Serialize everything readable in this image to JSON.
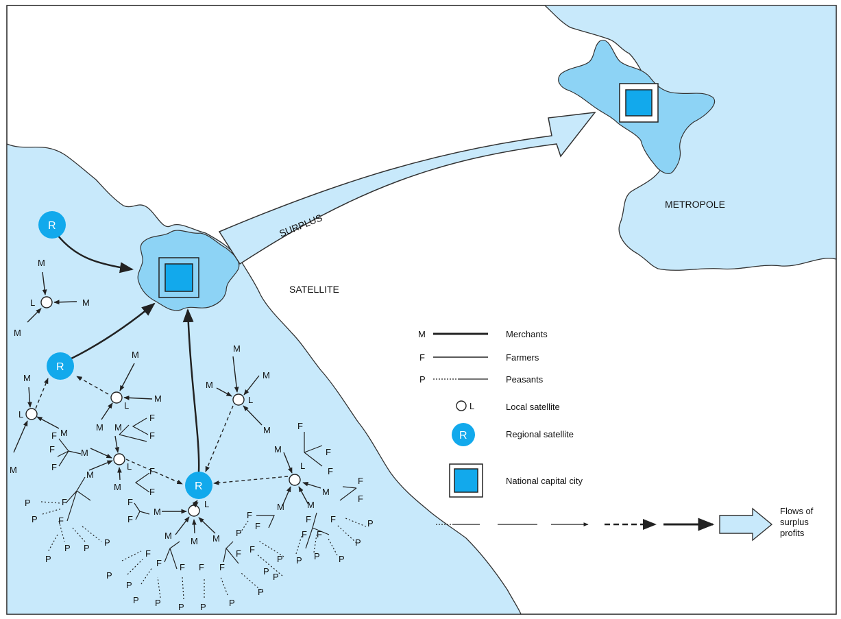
{
  "regions": {
    "satellite_label": "SATELLITE",
    "metropole_label": "METROPOLE",
    "surplus_label": "SURPLUS"
  },
  "node_letters": {
    "merchant": "M",
    "farmer": "F",
    "peasant": "P",
    "local": "L",
    "regional": "R"
  },
  "legend": {
    "merchants": {
      "symbol": "M",
      "label": "Merchants"
    },
    "farmers": {
      "symbol": "F",
      "label": "Farmers"
    },
    "peasants": {
      "symbol": "P",
      "label": "Peasants"
    },
    "local_satellite": {
      "symbol": "L",
      "label": "Local satellite"
    },
    "regional_satellite": {
      "symbol": "R",
      "label": "Regional satellite"
    },
    "national_capital": {
      "label": "National capital city"
    },
    "flows": {
      "line1": "Flows of",
      "line2": "surplus",
      "line3": "profits"
    }
  },
  "colors": {
    "land": "#c8e9fb",
    "capital_area": "#8dd3f5",
    "regional_node": "#12a9ec",
    "capital_square": "#12a9ec",
    "outline": "#222222"
  }
}
